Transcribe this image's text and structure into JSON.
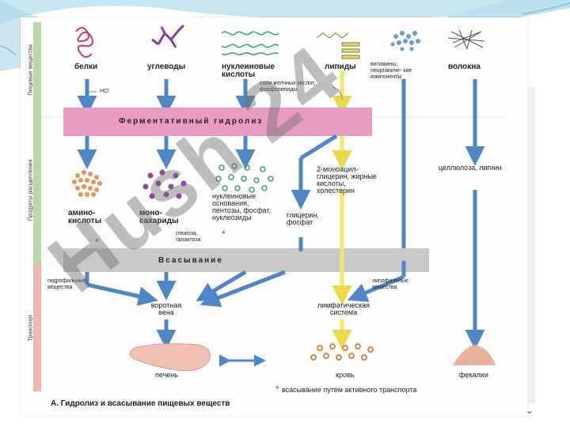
{
  "bands": {
    "food": "Пищевые вещества",
    "products": "Продукты расщепления",
    "transport": "Транспорт"
  },
  "nutrients": {
    "proteins": "белки",
    "carbs": "углеводы",
    "nucleic": "нуклеиновые кислоты",
    "lipids": "липиды",
    "vitamins": "витамины, неорганиче- кие компоненты",
    "fibers": "волокна"
  },
  "hcl": "HCl",
  "bile": "соли желчных кислот, фосфолипиды",
  "hydrolysis": "Ферментативный гидролиз",
  "products": {
    "amino": "амино- кислоты",
    "mono": "моно- сахариды",
    "nucleo": "нуклеиновые основания, пентозы, фосфат, нуклеозиды",
    "glycerol": "глицерин, фосфат",
    "monoacyl": "2-моноацил- глицерин, жирные кислоты, холестерин",
    "cellulose": "целлюлоза, лигнин",
    "gluc": "глюкоза, галактоза"
  },
  "absorption": "Всасывание",
  "transport": {
    "hydrophilic": "гидрофильные вещества",
    "lipophilic": "липофильные вещества",
    "portal": "воротная вена",
    "lymph": "лимфатическая система",
    "liver": "печень",
    "blood": "кровь",
    "feces": "фекалии"
  },
  "active_transport_note": "всасывание путем активного транспорта",
  "star": "*",
  "caption": "А. Гидролиз и всасывание пищевых веществ",
  "watermark": "Hush 24",
  "colors": {
    "arrow": "#4f86c6",
    "hydrolysis_bar": "#e89cc2",
    "absorption_bar": "#c9c9c9",
    "lipid_arrow": "#f2e860",
    "band_green": "#b7d9a2",
    "band_red": "#f0b6b0",
    "star": "#d0245a"
  },
  "icons": [
    "protein-chain-icon",
    "carbohydrate-branch-icon",
    "nucleic-acid-icon",
    "lipid-structure-icon",
    "vitamin-cluster-icon",
    "fiber-mesh-icon",
    "liver-icon",
    "blood-cells-icon",
    "feces-mound-icon"
  ]
}
